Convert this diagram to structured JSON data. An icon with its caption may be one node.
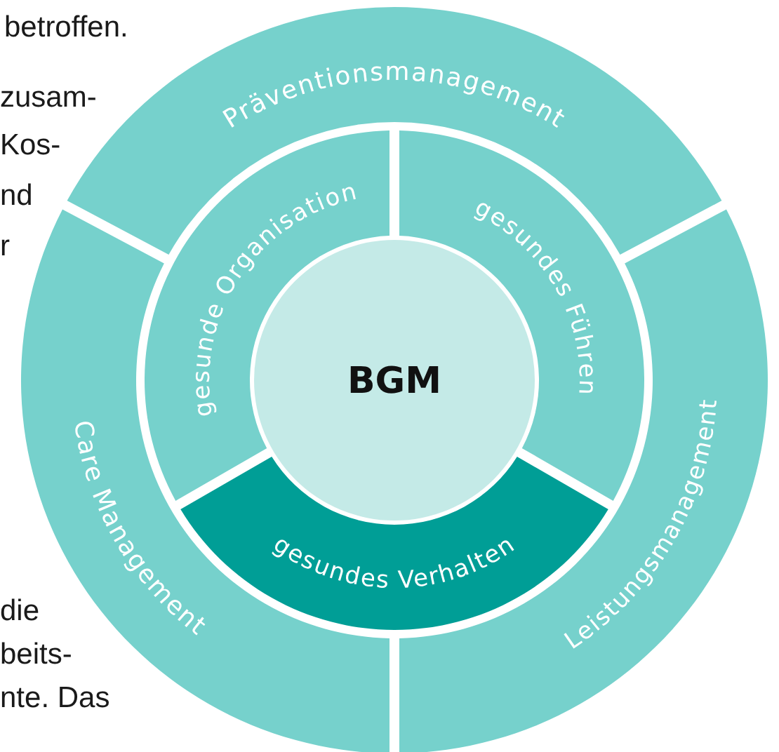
{
  "diagram": {
    "nodes": [
      {
        "text": [
          "Präventionsmanagement"
        ]
      },
      {
        "text": [
          "Care Management"
        ]
      },
      {
        "text": [
          "Leistungsmanagement"
        ]
      },
      {
        "text": [
          "gesunde Organisation"
        ]
      },
      {
        "text": [
          "gesundes Führen"
        ]
      },
      {
        "text": [
          "gesundes Verhalten"
        ]
      },
      {
        "text": [
          "BGM"
        ]
      }
    ],
    "edges": [],
    "labels": [
      "betroffen.",
      "zusam-",
      "Kos-",
      "nd",
      "r",
      "die",
      "beits-",
      "nte. Das"
    ]
  }
}
